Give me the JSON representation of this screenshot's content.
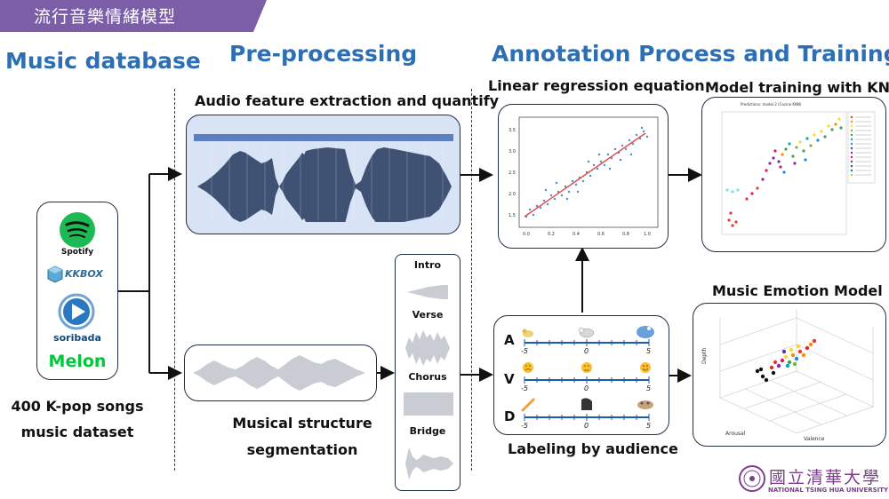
{
  "banner": {
    "title": "流行音樂情緒模型",
    "color": "#7b5ea7"
  },
  "sections": {
    "music_database": "Music database",
    "pre_processing": "Pre-processing",
    "annotation": "Annotation Process and Training"
  },
  "music_services": {
    "spotify": "Spotify",
    "kkbox": "KKBOX",
    "soribada": "soribada",
    "melon": "Melon"
  },
  "dataset_caption": [
    "400 K-pop songs",
    "music dataset"
  ],
  "audio_feature": {
    "title": "Audio feature extraction and quantify"
  },
  "structure": {
    "caption": [
      "Musical structure",
      "segmentation"
    ],
    "segments": [
      "Intro",
      "Verse",
      "Chorus",
      "Bridge"
    ]
  },
  "regression": {
    "title": "Linear regression equation"
  },
  "knn": {
    "title": "Model training with KNN",
    "plot_title": "Predictions: model 2 (Cosine KNN)"
  },
  "emotion_model": {
    "title": "Music Emotion Model",
    "axes": [
      "Depth",
      "Arousal",
      "Valence"
    ]
  },
  "labeling": {
    "title": "Labeling by audience",
    "scales": [
      {
        "letter": "A",
        "min": "-5",
        "mid": "0",
        "max": "5"
      },
      {
        "letter": "V",
        "min": "-5",
        "mid": "0",
        "max": "5"
      },
      {
        "letter": "D",
        "min": "-5",
        "mid": "0",
        "max": "5"
      }
    ]
  },
  "university": {
    "name_zh": "國立清華大學",
    "name_en": "NATIONAL TSING HUA UNIVERSITY",
    "color": "#7b3f8c"
  },
  "colors": {
    "accent": "#2e6fb4",
    "box_border": "#1f2f4a",
    "waveform": "#3f5273",
    "highlight_bg": "#d8e3f6"
  }
}
